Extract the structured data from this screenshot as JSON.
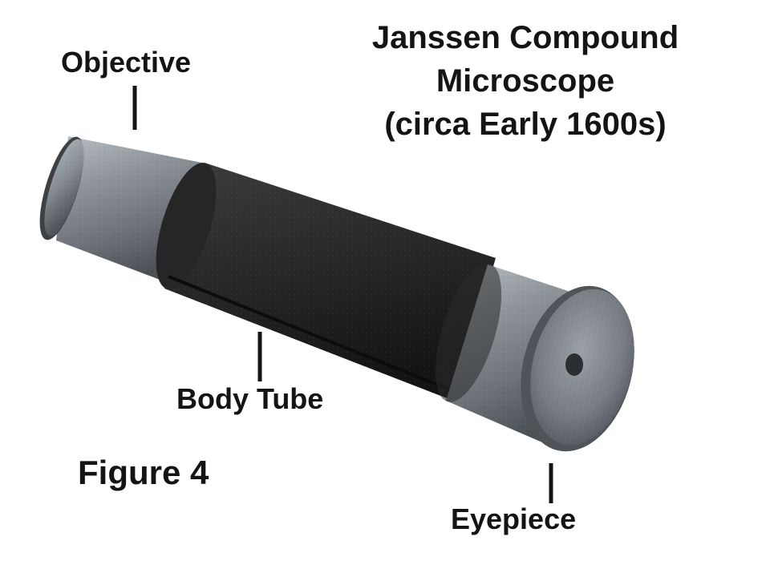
{
  "title": {
    "line1": "Janssen Compound",
    "line2": "Microscope",
    "line3": "(circa Early 1600s)"
  },
  "labels": {
    "objective": "Objective",
    "body_tube": "Body Tube",
    "eyepiece": "Eyepiece",
    "figure": "Figure 4"
  },
  "colors": {
    "metal": "#8f969c",
    "body": "#2a2a2a",
    "text": "#141414"
  }
}
